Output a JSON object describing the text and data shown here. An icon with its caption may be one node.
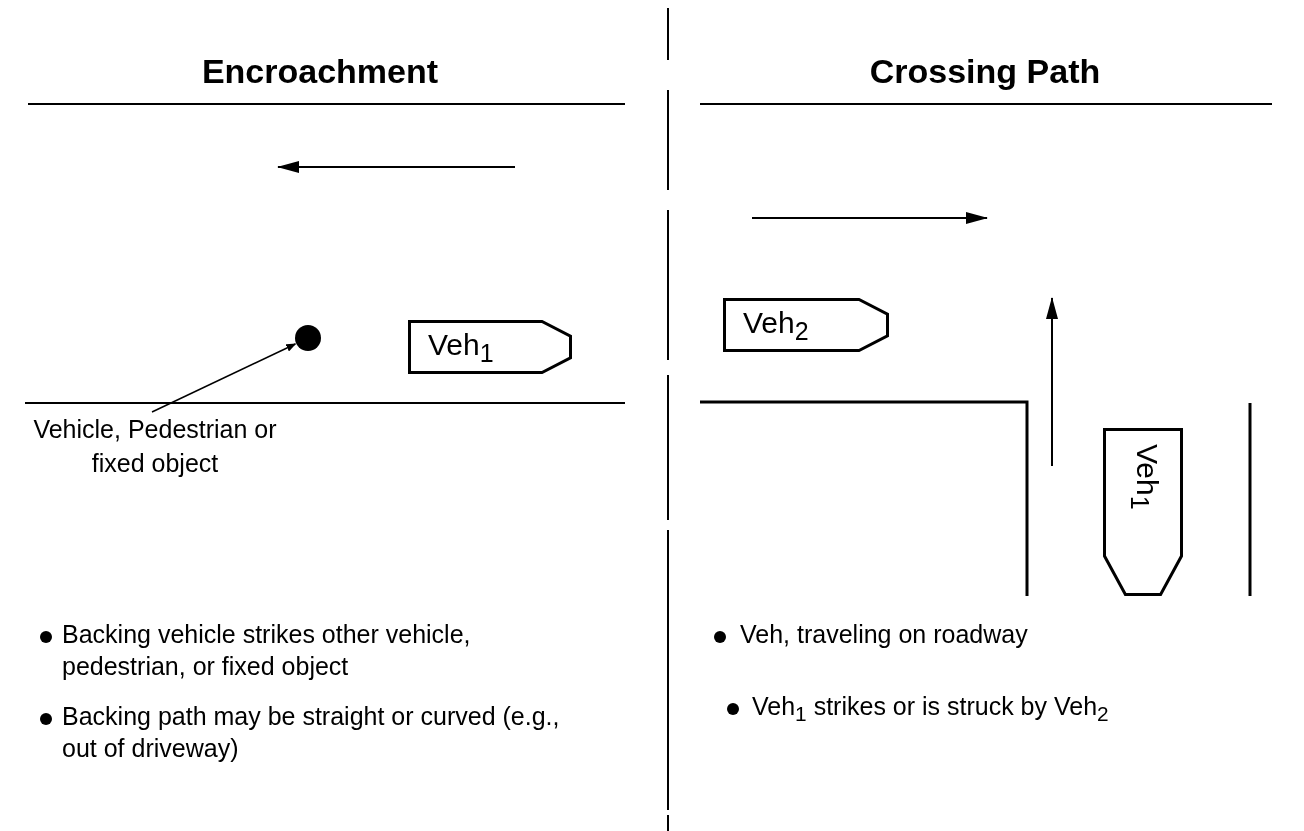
{
  "diagram": {
    "nodes": [
      {
        "text": [
          "Veh$_{1}$"
        ]
      },
      {
        "text": [],
        "shape": "circle"
      },
      {
        "text": [
          "Vehicle, Pedestrian or fixed object"
        ]
      },
      {
        "text": [
          "Veh$_{2}$"
        ]
      },
      {
        "text": [
          "Veh$_{1}$"
        ]
      }
    ],
    "edges": [
      {
        "from": 2,
        "to": 1,
        "arrow": "to"
      }
    ],
    "labels": [
      "Encroachment",
      "Crossing Path",
      "Backing vehicle strikes other vehicle, pedestrian, or fixed object",
      "Backing path may be straight or curved (e.g., out of driveway)",
      "Veh, traveling on roadway",
      "Veh$_{1}$ strikes or is struck by Veh$_{2}$"
    ]
  }
}
